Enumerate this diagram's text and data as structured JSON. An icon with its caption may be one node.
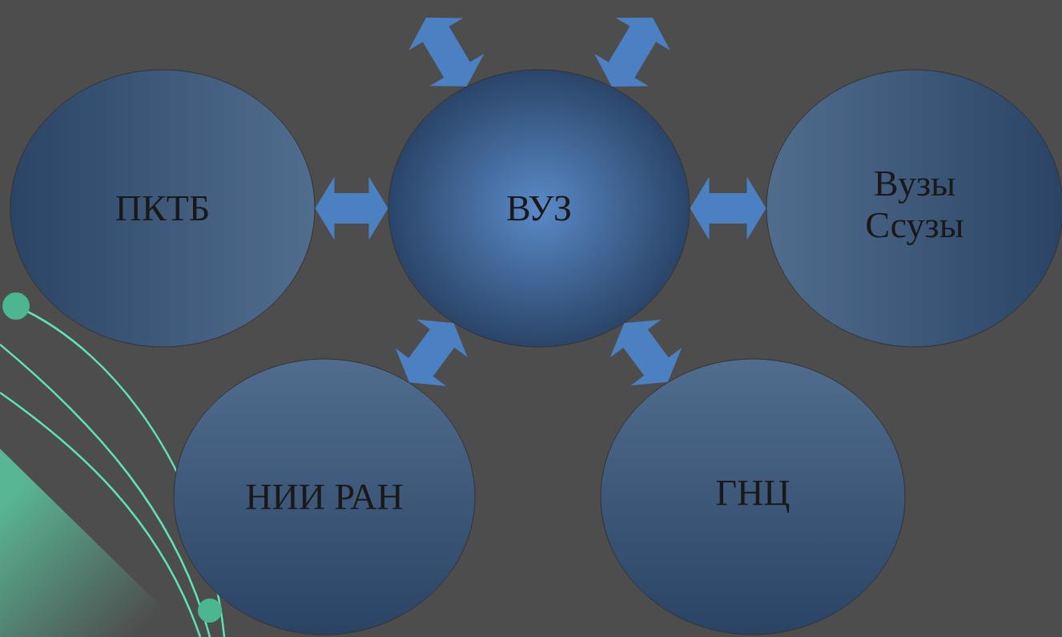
{
  "diagram": {
    "nodes": [
      {
        "text": [
          "ПКТБ"
        ]
      },
      {
        "text": [
          "ВУЗ"
        ]
      },
      {
        "text": [
          "Вузы Ссузы"
        ]
      },
      {
        "text": [
          "НИИ РАН"
        ]
      },
      {
        "text": [
          "ГНЦ"
        ]
      }
    ],
    "edges": [
      {
        "from": 0,
        "to": 1,
        "arrow": "both"
      },
      {
        "from": 1,
        "to": 2,
        "arrow": "both"
      },
      {
        "from": 1,
        "to": null,
        "arrow": "both"
      },
      {
        "from": 1,
        "to": null,
        "arrow": "both"
      },
      {
        "from": 3,
        "to": 1,
        "arrow": "both"
      },
      {
        "from": 4,
        "to": 1,
        "arrow": "both"
      }
    ]
  }
}
